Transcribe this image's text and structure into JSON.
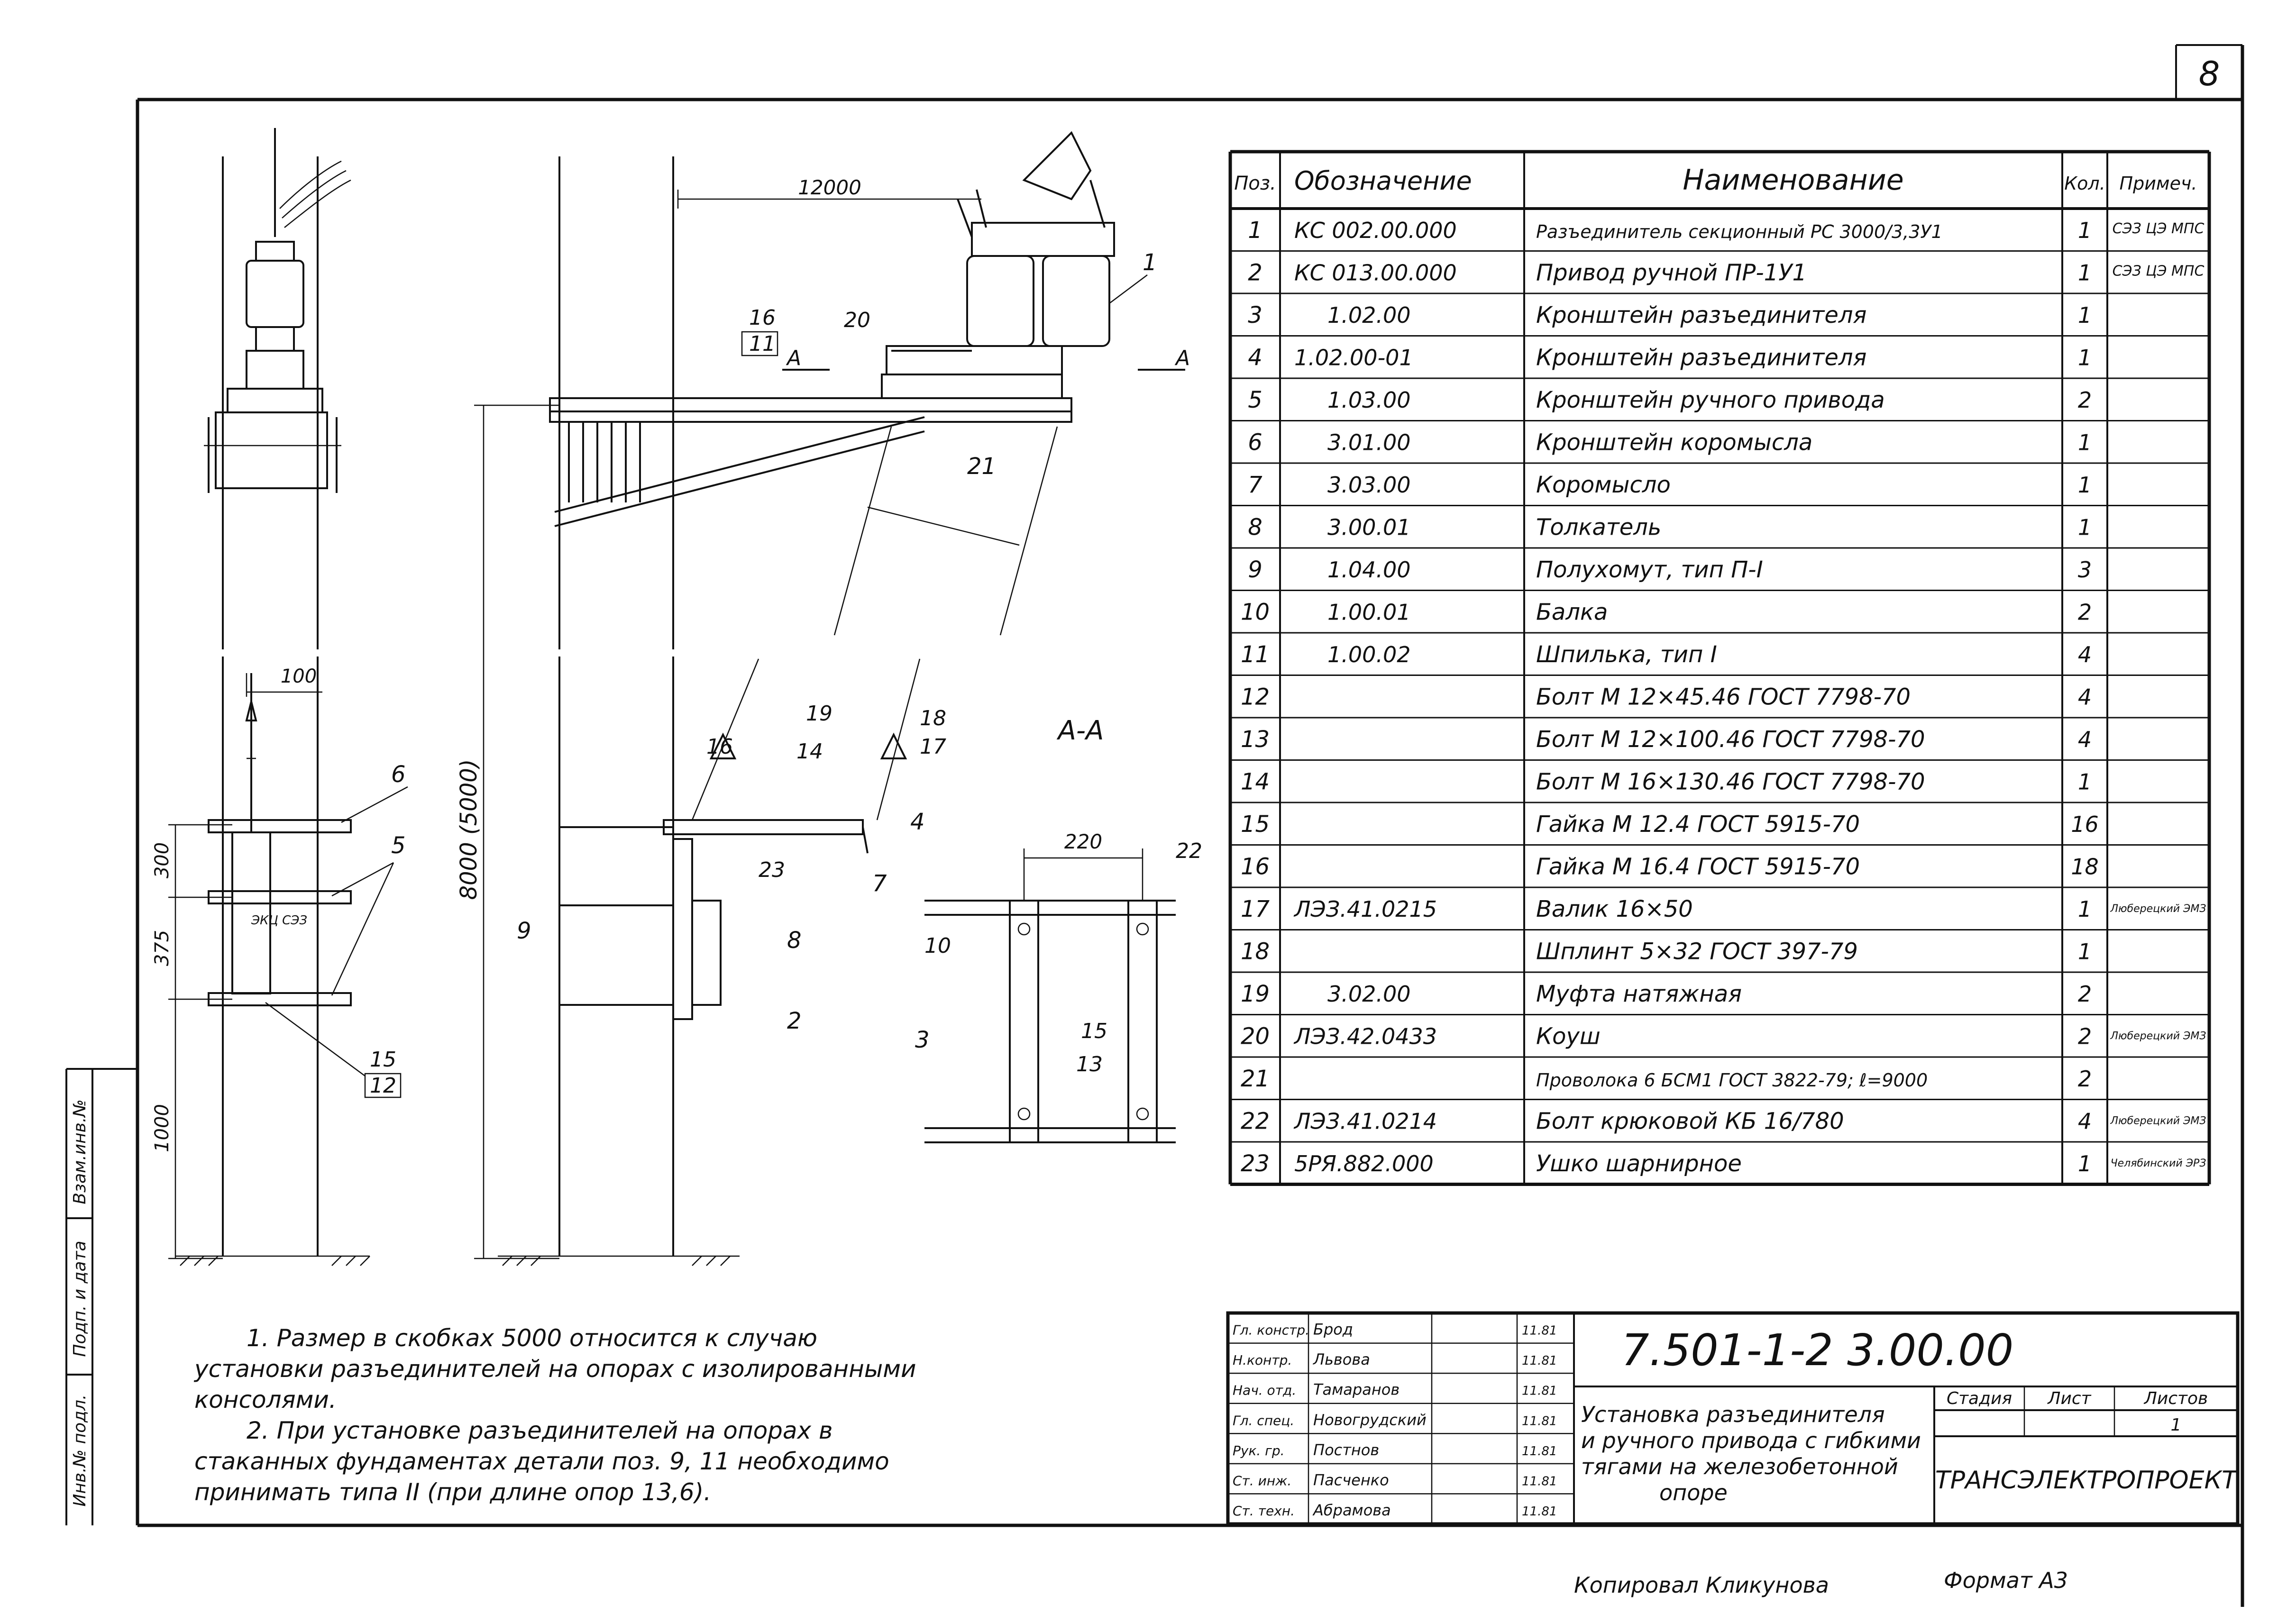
{
  "sheet_number": "8",
  "spec_table": {
    "headers": [
      "Поз.",
      "Обозначение",
      "Наименование",
      "Кол.",
      "Примеч."
    ],
    "rows": [
      {
        "pos": "1",
        "code": "КС 002.00.000",
        "name": "Разъединитель секционный РС 3000/3,3У1",
        "qty": "1",
        "note": "СЭЗ ЦЭ МПС"
      },
      {
        "pos": "2",
        "code": "КС 013.00.000",
        "name": "Привод ручной ПР-1У1",
        "qty": "1",
        "note": "СЭЗ ЦЭ МПС"
      },
      {
        "pos": "3",
        "code": "1.02.00",
        "name": "Кронштейн разъединителя",
        "qty": "1",
        "note": ""
      },
      {
        "pos": "4",
        "code": "1.02.00-01",
        "name": "Кронштейн разъединителя",
        "qty": "1",
        "note": ""
      },
      {
        "pos": "5",
        "code": "1.03.00",
        "name": "Кронштейн ручного привода",
        "qty": "2",
        "note": ""
      },
      {
        "pos": "6",
        "code": "3.01.00",
        "name": "Кронштейн коромысла",
        "qty": "1",
        "note": ""
      },
      {
        "pos": "7",
        "code": "3.03.00",
        "name": "Коромысло",
        "qty": "1",
        "note": ""
      },
      {
        "pos": "8",
        "code": "3.00.01",
        "name": "Толкатель",
        "qty": "1",
        "note": ""
      },
      {
        "pos": "9",
        "code": "1.04.00",
        "name": "Полухомут, тип П-I",
        "qty": "3",
        "note": ""
      },
      {
        "pos": "10",
        "code": "1.00.01",
        "name": "Балка",
        "qty": "2",
        "note": ""
      },
      {
        "pos": "11",
        "code": "1.00.02",
        "name": "Шпилька, тип I",
        "qty": "4",
        "note": ""
      },
      {
        "pos": "12",
        "code": "",
        "name": "Болт М 12×45.46 ГОСТ 7798-70",
        "qty": "4",
        "note": ""
      },
      {
        "pos": "13",
        "code": "",
        "name": "Болт М 12×100.46 ГОСТ 7798-70",
        "qty": "4",
        "note": ""
      },
      {
        "pos": "14",
        "code": "",
        "name": "Болт М 16×130.46 ГОСТ 7798-70",
        "qty": "1",
        "note": ""
      },
      {
        "pos": "15",
        "code": "",
        "name": "Гайка М 12.4 ГОСТ 5915-70",
        "qty": "16",
        "note": ""
      },
      {
        "pos": "16",
        "code": "",
        "name": "Гайка М 16.4 ГОСТ 5915-70",
        "qty": "18",
        "note": ""
      },
      {
        "pos": "17",
        "code": "ЛЭЗ.41.0215",
        "name": "Валик 16×50",
        "qty": "1",
        "note": "Люберецкий ЭМЗ"
      },
      {
        "pos": "18",
        "code": "",
        "name": "Шплинт 5×32 ГОСТ 397-79",
        "qty": "1",
        "note": ""
      },
      {
        "pos": "19",
        "code": "3.02.00",
        "name": "Муфта натяжная",
        "qty": "2",
        "note": ""
      },
      {
        "pos": "20",
        "code": "ЛЭЗ.42.0433",
        "name": "Коуш",
        "qty": "2",
        "note": "Люберецкий ЭМЗ"
      },
      {
        "pos": "21",
        "code": "",
        "name": "Проволока 6 БСМ1 ГОСТ 3822-79; ℓ=9000",
        "qty": "2",
        "note": ""
      },
      {
        "pos": "22",
        "code": "ЛЭЗ.41.0214",
        "name": "Болт крюковой КБ 16/780",
        "qty": "4",
        "note": "Люберецкий ЭМЗ"
      },
      {
        "pos": "23",
        "code": "5РЯ.882.000",
        "name": "Ушко шарнирное",
        "qty": "1",
        "note": "Челябинский ЭРЗ"
      }
    ]
  },
  "drawing": {
    "dim_12000": "12000",
    "dim_100": "100",
    "dim_300": "300",
    "dim_375": "375",
    "dim_1000": "1000",
    "dim_height": "8000 (5000)",
    "dim_220": "220",
    "section_label": "А-А",
    "section_mark": "А",
    "label_eku": "ЭКЦ СЭЗ",
    "callouts": {
      "c1": "1",
      "c2": "2",
      "c3": "3",
      "c4": "4",
      "c5": "5",
      "c6": "6",
      "c7": "7",
      "c8": "8",
      "c9": "9",
      "c10": "10",
      "c11": "11",
      "c12": "12",
      "c13": "13",
      "c14": "14",
      "c15": "15",
      "c16": "16",
      "c17": "17",
      "c18": "18",
      "c19": "19",
      "c20": "20",
      "c21": "21",
      "c22": "22",
      "c23": "23"
    }
  },
  "notes": {
    "line1": "1. Размер в скобках 5000 относится к случаю",
    "line2": "установки разъединителей на опорах с изолированными",
    "line3": "консолями.",
    "line4": "2. При установке разъединителей на опорах в",
    "line5": "стаканных фундаментах детали поз. 9, 11 необходимо",
    "line6": "принимать типа II (при длине опор 13,6)."
  },
  "title_block": {
    "doc_code": "7.501-1-2   3.00.00",
    "title_line1": "Установка разъединителя",
    "title_line2": "и ручного привода с гибкими",
    "title_line3": "тягами на железобетонной",
    "title_line4": "опоре",
    "stage_label": "Стадия",
    "sheet_label": "Лист",
    "sheets_label": "Листов",
    "sheets_value": "1",
    "org": "ТРАНСЭЛЕКТРОПРОЕКТ",
    "signers": [
      {
        "role": "Гл. констр.",
        "name": "Брод",
        "date": "11.81"
      },
      {
        "role": "Н.контр.",
        "name": "Львова",
        "date": "11.81"
      },
      {
        "role": "Нач. отд.",
        "name": "Тамаранов",
        "date": "11.81"
      },
      {
        "role": "Гл. спец.",
        "name": "Новогрудский",
        "date": "11.81"
      },
      {
        "role": "Рук. гр.",
        "name": "Постнов",
        "date": "11.81"
      },
      {
        "role": "Ст. инж.",
        "name": "Пасченко",
        "date": "11.81"
      },
      {
        "role": "Ст. техн.",
        "name": "Абрамова",
        "date": "11.81"
      }
    ]
  },
  "side_labels": {
    "inv_podl": "Инв.№ подл.",
    "podp_data": "Подп. и дата",
    "vzam_inv": "Взам.инв.№"
  },
  "footer": {
    "copied": "Копировал Кликунова",
    "format": "Формат А3"
  }
}
